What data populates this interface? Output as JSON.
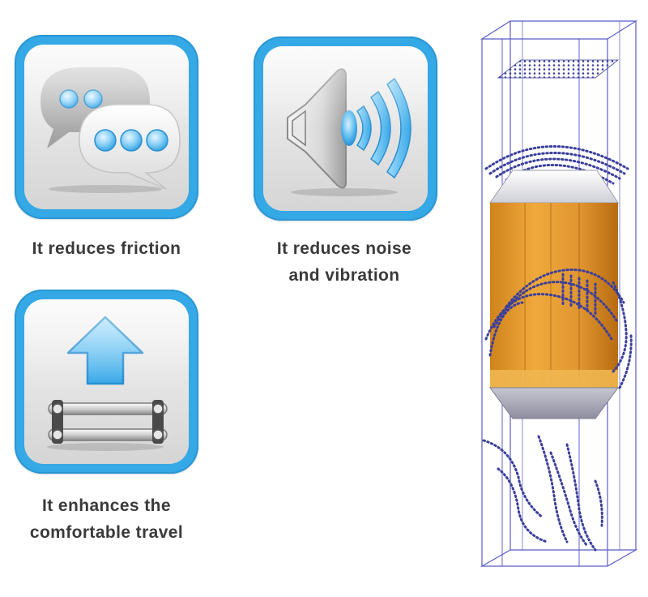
{
  "features": [
    {
      "icon": "chat-bubbles-icon",
      "caption": "It reduces friction"
    },
    {
      "icon": "speaker-sound-icon",
      "caption": "It reduces noise\nand vibration"
    },
    {
      "icon": "lift-arrow-rails-icon",
      "caption": "It enhances the\ncomfortable travel"
    }
  ],
  "illustration": {
    "icon": "elevator-airflow-simulation-icon"
  },
  "colors": {
    "tile_border": "#35a8e6",
    "icon_blue": "#4bb3ec",
    "caption_text": "#3a3a3a",
    "wireframe": "#5a5cc8",
    "car_body": "#e3962a",
    "airflow_dots": "#3b3f9a"
  }
}
